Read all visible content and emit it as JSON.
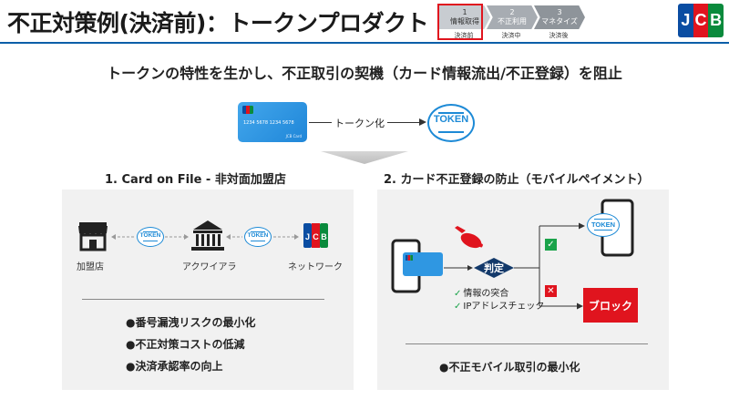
{
  "header": {
    "title": "不正対策例(決済前)：トークンプロダクト",
    "steps": [
      {
        "num": "1",
        "label": "情報取得",
        "sub": "決済前"
      },
      {
        "num": "2",
        "label": "不正利用",
        "sub": "決済中"
      },
      {
        "num": "3",
        "label": "マネタイズ",
        "sub": "決済後"
      }
    ],
    "logo": {
      "letters": [
        "J",
        "C",
        "B"
      ],
      "colors": [
        "#0a4da2",
        "#e0141e",
        "#0a8a3c"
      ]
    }
  },
  "subtitle": "トークンの特性を生かし、不正取引の契機（カード情報流出/不正登録）を阻止",
  "conversion": {
    "card_number": "1234  5678  1234  5678",
    "card_brand": "JCB Card",
    "label": "トークン化",
    "token": "TOKEN"
  },
  "sections": {
    "left": {
      "heading": "1.  Card on File  - 非対面加盟店",
      "nodes": [
        "加盟店",
        "アクワイアラ",
        "ネットワーク"
      ],
      "token_label": "TOKEN",
      "bullets": [
        "●番号漏洩リスクの最小化",
        "●不正対策コストの低減",
        "●決済承認率の向上"
      ]
    },
    "right": {
      "heading": "2.  カード不正登録の防止（モバイルペイメント）",
      "judge": "判定",
      "checks": [
        "情報の突合",
        "IPアドレスチェック"
      ],
      "check_mark": "✓",
      "ok_mark": "✓",
      "ng_mark": "✕",
      "block": "ブロック",
      "token_label": "TOKEN",
      "bullet": "●不正モバイル取引の最小化"
    }
  },
  "colors": {
    "accent": "#1d8ad6",
    "navy": "#13396a",
    "red": "#e0141e",
    "green": "#1aa34a",
    "panel": "#f1f1f1"
  }
}
